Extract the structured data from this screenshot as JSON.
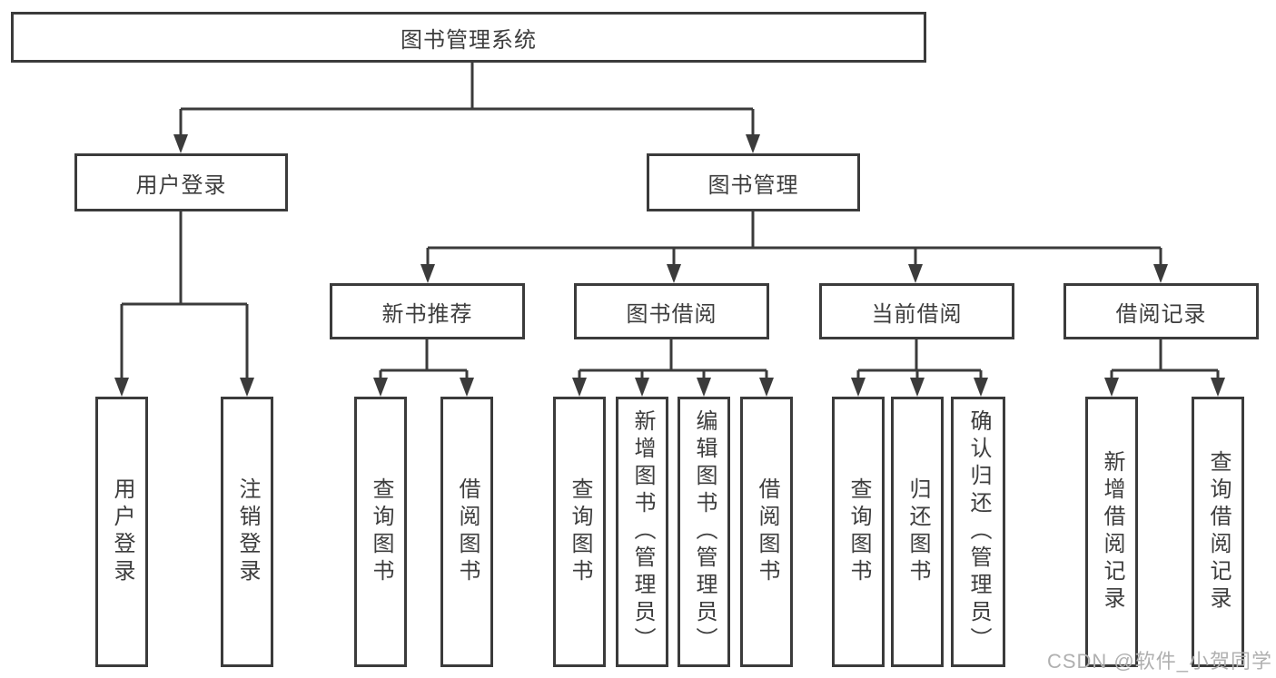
{
  "diagram": {
    "root": {
      "label": "图书管理系统"
    },
    "branches": [
      {
        "label": "用户登录",
        "children": [
          {
            "label": "用户登录"
          },
          {
            "label": "注销登录"
          }
        ]
      },
      {
        "label": "图书管理",
        "children": [
          {
            "label": "新书推荐",
            "children": [
              {
                "label": "查询图书"
              },
              {
                "label": "借阅图书"
              }
            ]
          },
          {
            "label": "图书借阅",
            "children": [
              {
                "label": "查询图书"
              },
              {
                "label": "新增图书（管理员）"
              },
              {
                "label": "编辑图书（管理员）"
              },
              {
                "label": "借阅图书"
              }
            ]
          },
          {
            "label": "当前借阅",
            "children": [
              {
                "label": "查询图书"
              },
              {
                "label": "归还图书"
              },
              {
                "label": "确认归还（管理员）"
              }
            ]
          },
          {
            "label": "借阅记录",
            "children": [
              {
                "label": "新增借阅记录"
              },
              {
                "label": "查询借阅记录"
              }
            ]
          }
        ]
      }
    ]
  },
  "watermark": {
    "text": "CSDN @软件_小贺同学"
  },
  "colors": {
    "line": "#3b3b3b",
    "text": "#3d3d3d",
    "background": "#ffffff",
    "watermark": "#b0b0b0"
  }
}
